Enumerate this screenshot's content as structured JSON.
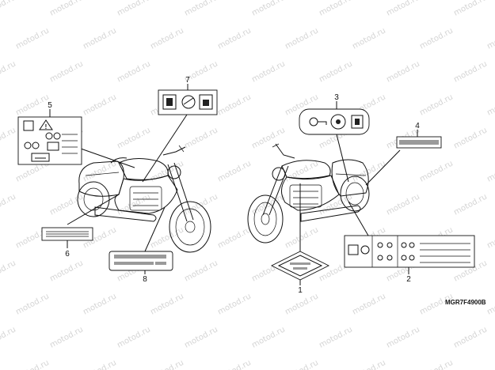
{
  "watermark": {
    "text": "motod.ru"
  },
  "diagram": {
    "code": "MGR7F4900B",
    "callouts": [
      {
        "id": "1",
        "label": "1"
      },
      {
        "id": "2",
        "label": "2"
      },
      {
        "id": "3",
        "label": "3"
      },
      {
        "id": "4",
        "label": "4"
      },
      {
        "id": "5",
        "label": "5"
      },
      {
        "id": "6",
        "label": "6"
      },
      {
        "id": "7",
        "label": "7"
      },
      {
        "id": "8",
        "label": "8"
      }
    ]
  },
  "icons": {
    "label_7": [
      "manual-book-icon",
      "wrench-icon",
      "battery-icon"
    ],
    "label_3": [
      "key-icon",
      "circle-icon",
      "book-icon"
    ],
    "label_5": [
      "warning-triangle-icon",
      "rider-icon",
      "helmet-icon"
    ],
    "label_2": [
      "tire-icon",
      "motorcycle-icon",
      "rider-passenger-icon"
    ]
  }
}
